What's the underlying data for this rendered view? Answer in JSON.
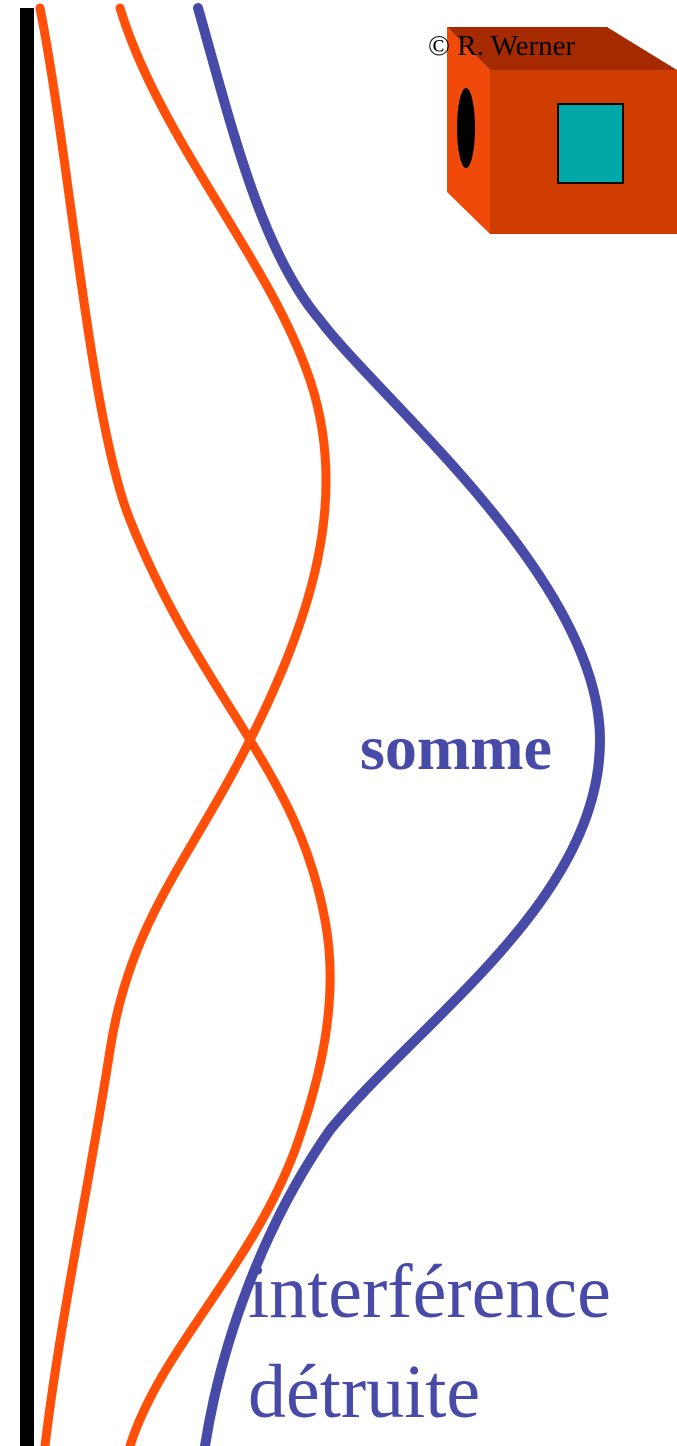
{
  "copyright": "© R. Werner",
  "sum_label": "somme",
  "caption_line1": "interférence",
  "caption_line2": "détruite",
  "colors": {
    "background": "#ffffff",
    "wall": "#000000",
    "wave": "#ff4f08",
    "sum": "#484aa8",
    "box_front": "#ef4a0a",
    "box_top": "#a62a00",
    "box_side": "#cf3d00",
    "box_window": "#00a8a8",
    "box_hole": "#000000"
  },
  "icons": {
    "source_box": "speaker-box-icon",
    "wall": "reflecting-wall"
  }
}
